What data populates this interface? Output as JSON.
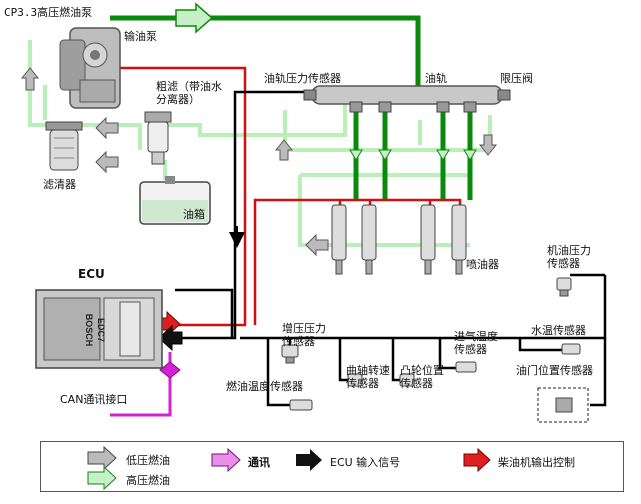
{
  "labels": {
    "pump_title": "CP3.3高压燃油泵",
    "feed_pump": "输油泵",
    "coarse_filter": "粗滤（带油水\n分离器）",
    "fine_filter": "滤清器",
    "tank": "油箱",
    "rail_pressure_sensor": "油轨压力传感器",
    "rail": "油轨",
    "pressure_limiter": "限压阀",
    "injector": "喷油器",
    "ecu": "ECU",
    "oil_pressure_sensor": "机油压力\n传感器",
    "boost_sensor": "增压压力\n传感器",
    "fuel_temp_sensor": "燃油温度传感器",
    "crank_sensor": "曲轴转速\n传感器",
    "cam_sensor": "凸轮位置\n传感器",
    "intake_temp_sensor": "进气温度\n传感器",
    "water_temp_sensor": "水温传感器",
    "throttle_sensor": "油门位置传感器",
    "can_port": "CAN通讯接口",
    "ecu_brand": "BOSCH",
    "ecu_model": "EDC7"
  },
  "legend": {
    "low_pressure": "低压燃油",
    "high_pressure": "高压燃油",
    "comm": "通讯",
    "ecu_input": "ECU 输入信号",
    "engine_output": "柴油机输出控制"
  },
  "colors": {
    "high_pressure": "#0a8a0a",
    "low_pressure": "#b8f0b8",
    "ecu_input": "#000000",
    "output_control": "#d01010",
    "comm": "#d61fd6"
  }
}
